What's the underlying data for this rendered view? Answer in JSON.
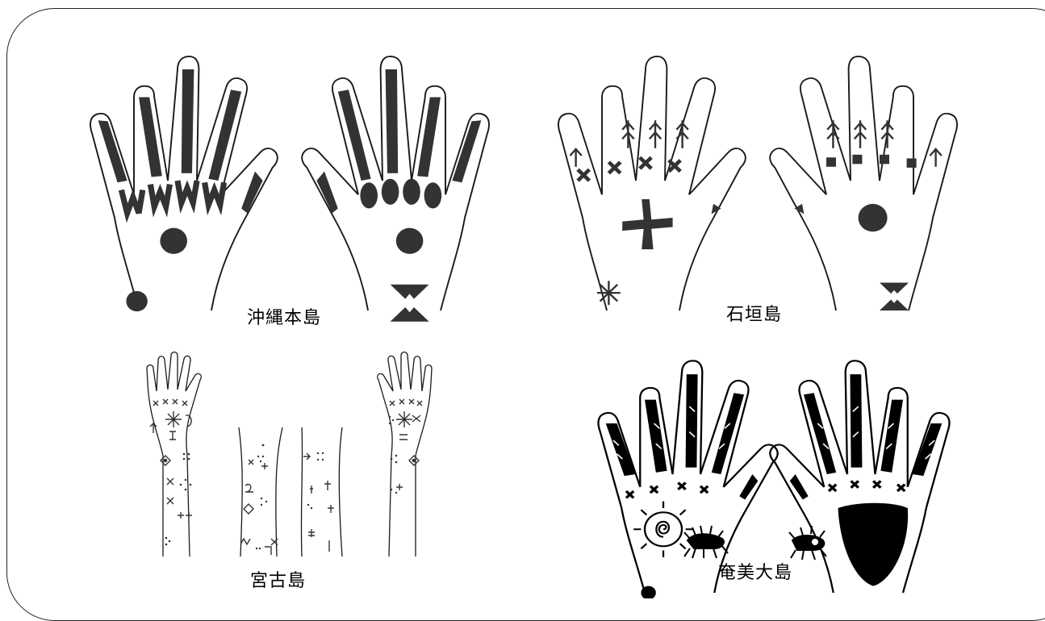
{
  "captions": {
    "okinawa": "沖縄本島",
    "ishigaki": "石垣島",
    "miyako": "宮古島",
    "amami": "奄美大島"
  },
  "colors": {
    "line": "#1a1a1a",
    "fill_dark": "#333333",
    "fill_black": "#000000",
    "background": "#ffffff"
  }
}
